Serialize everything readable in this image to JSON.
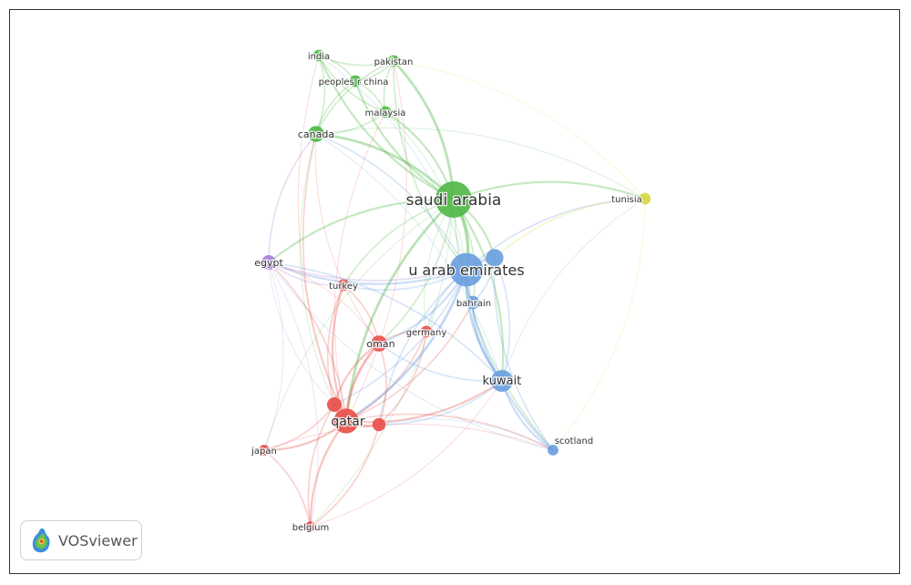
{
  "title": "",
  "brand": {
    "name": "VOSviewer"
  },
  "clusters": {
    "red": "#e8504a",
    "green": "#52b848",
    "blue": "#6a9fe0",
    "yellow": "#d8d84a",
    "purple": "#a97dd8"
  },
  "nodes": [
    {
      "id": "saudi_arabia",
      "label": "saudi arabia",
      "cluster": "green",
      "weight": 10
    },
    {
      "id": "u_arab_emirates",
      "label": "u arab emirates",
      "cluster": "blue",
      "weight": 9
    },
    {
      "id": "qatar",
      "label": "qatar",
      "cluster": "red",
      "weight": 6
    },
    {
      "id": "kuwait",
      "label": "kuwait",
      "cluster": "blue",
      "weight": 5
    },
    {
      "id": "canada",
      "label": "canada",
      "cluster": "green",
      "weight": 3
    },
    {
      "id": "oman",
      "label": "oman",
      "cluster": "red",
      "weight": 3
    },
    {
      "id": "egypt",
      "label": "egypt",
      "cluster": "purple",
      "weight": 2.5
    },
    {
      "id": "india",
      "label": "india",
      "cluster": "green",
      "weight": 1.5
    },
    {
      "id": "pakistan",
      "label": "pakistan",
      "cluster": "green",
      "weight": 1.5
    },
    {
      "id": "peoples_r_china",
      "label": "peoples r china",
      "cluster": "green",
      "weight": 1.5
    },
    {
      "id": "malaysia",
      "label": "malaysia",
      "cluster": "green",
      "weight": 1.5
    },
    {
      "id": "tunisia",
      "label": "tunisia",
      "cluster": "yellow",
      "weight": 1.5
    },
    {
      "id": "turkey",
      "label": "turkey",
      "cluster": "red",
      "weight": 1.5
    },
    {
      "id": "bahrain",
      "label": "bahrain",
      "cluster": "blue",
      "weight": 2
    },
    {
      "id": "germany",
      "label": "germany",
      "cluster": "red",
      "weight": 1.5
    },
    {
      "id": "japan",
      "label": "japan",
      "cluster": "red",
      "weight": 1.2
    },
    {
      "id": "belgium",
      "label": "belgium",
      "cluster": "red",
      "weight": 1.2
    },
    {
      "id": "scotland",
      "label": "scotland",
      "cluster": "blue",
      "weight": 1.2
    },
    {
      "id": "unlabeled_blue_1",
      "label": "",
      "cluster": "blue",
      "weight": 3.5
    },
    {
      "id": "unlabeled_red_1",
      "label": "",
      "cluster": "red",
      "weight": 2.5
    },
    {
      "id": "unlabeled_red_2",
      "label": "",
      "cluster": "red",
      "weight": 2
    }
  ],
  "links": [
    [
      "saudi_arabia",
      "u_arab_emirates",
      5
    ],
    [
      "saudi_arabia",
      "qatar",
      4
    ],
    [
      "saudi_arabia",
      "kuwait",
      3
    ],
    [
      "saudi_arabia",
      "canada",
      4
    ],
    [
      "saudi_arabia",
      "india",
      3
    ],
    [
      "saudi_arabia",
      "pakistan",
      4
    ],
    [
      "saudi_arabia",
      "peoples_r_china",
      3
    ],
    [
      "saudi_arabia",
      "malaysia",
      3
    ],
    [
      "saudi_arabia",
      "tunisia",
      3
    ],
    [
      "saudi_arabia",
      "egypt",
      3
    ],
    [
      "saudi_arabia",
      "oman",
      2
    ],
    [
      "saudi_arabia",
      "turkey",
      2
    ],
    [
      "saudi_arabia",
      "bahrain",
      2
    ],
    [
      "saudi_arabia",
      "scotland",
      2
    ],
    [
      "saudi_arabia",
      "unlabeled_blue_1",
      3
    ],
    [
      "saudi_arabia",
      "japan",
      1
    ],
    [
      "saudi_arabia",
      "belgium",
      1
    ],
    [
      "saudi_arabia",
      "germany",
      1
    ],
    [
      "u_arab_emirates",
      "qatar",
      4
    ],
    [
      "u_arab_emirates",
      "kuwait",
      4
    ],
    [
      "u_arab_emirates",
      "oman",
      3
    ],
    [
      "u_arab_emirates",
      "bahrain",
      3
    ],
    [
      "u_arab_emirates",
      "egypt",
      3
    ],
    [
      "u_arab_emirates",
      "canada",
      2
    ],
    [
      "u_arab_emirates",
      "tunisia",
      2
    ],
    [
      "u_arab_emirates",
      "scotland",
      3
    ],
    [
      "u_arab_emirates",
      "turkey",
      2
    ],
    [
      "u_arab_emirates",
      "germany",
      2
    ],
    [
      "u_arab_emirates",
      "unlabeled_blue_1",
      3
    ],
    [
      "u_arab_emirates",
      "india",
      1
    ],
    [
      "u_arab_emirates",
      "unlabeled_red_1",
      2
    ],
    [
      "u_arab_emirates",
      "unlabeled_red_2",
      2
    ],
    [
      "qatar",
      "oman",
      4
    ],
    [
      "qatar",
      "kuwait",
      3
    ],
    [
      "qatar",
      "japan",
      3
    ],
    [
      "qatar",
      "belgium",
      3
    ],
    [
      "qatar",
      "turkey",
      3
    ],
    [
      "qatar",
      "egypt",
      2
    ],
    [
      "qatar",
      "canada",
      2
    ],
    [
      "qatar",
      "germany",
      2
    ],
    [
      "qatar",
      "unlabeled_red_1",
      4
    ],
    [
      "qatar",
      "unlabeled_red_2",
      4
    ],
    [
      "qatar",
      "scotland",
      2
    ],
    [
      "qatar",
      "bahrain",
      2
    ],
    [
      "qatar",
      "malaysia",
      1
    ],
    [
      "qatar",
      "pakistan",
      1
    ],
    [
      "qatar",
      "india",
      1
    ],
    [
      "kuwait",
      "scotland",
      3
    ],
    [
      "kuwait",
      "bahrain",
      3
    ],
    [
      "kuwait",
      "unlabeled_blue_1",
      2
    ],
    [
      "kuwait",
      "oman",
      2
    ],
    [
      "kuwait",
      "egypt",
      2
    ],
    [
      "kuwait",
      "tunisia",
      1
    ],
    [
      "kuwait",
      "canada",
      1
    ],
    [
      "kuwait",
      "unlabeled_red_2",
      2
    ],
    [
      "oman",
      "turkey",
      2
    ],
    [
      "oman",
      "germany",
      2
    ],
    [
      "oman",
      "unlabeled_red_1",
      3
    ],
    [
      "oman",
      "unlabeled_red_2",
      2
    ],
    [
      "oman",
      "egypt",
      1
    ],
    [
      "oman",
      "canada",
      1
    ],
    [
      "egypt",
      "turkey",
      2
    ],
    [
      "egypt",
      "canada",
      2
    ],
    [
      "egypt",
      "unlabeled_blue_1",
      2
    ],
    [
      "egypt",
      "japan",
      1
    ],
    [
      "egypt",
      "unlabeled_red_1",
      1
    ],
    [
      "egypt",
      "belgium",
      1
    ],
    [
      "canada",
      "india",
      2
    ],
    [
      "canada",
      "pakistan",
      2
    ],
    [
      "canada",
      "malaysia",
      2
    ],
    [
      "canada",
      "peoples_r_china",
      2
    ],
    [
      "canada",
      "unlabeled_red_1",
      1
    ],
    [
      "canada",
      "tunisia",
      1
    ],
    [
      "india",
      "pakistan",
      2
    ],
    [
      "india",
      "peoples_r_china",
      2
    ],
    [
      "india",
      "malaysia",
      2
    ],
    [
      "pakistan",
      "peoples_r_china",
      2
    ],
    [
      "pakistan",
      "malaysia",
      2
    ],
    [
      "peoples_r_china",
      "malaysia",
      2
    ],
    [
      "pakistan",
      "u_arab_emirates",
      2
    ],
    [
      "malaysia",
      "u_arab_emirates",
      1
    ],
    [
      "tunisia",
      "unlabeled_blue_1",
      2
    ],
    [
      "tunisia",
      "scotland",
      1
    ],
    [
      "tunisia",
      "pakistan",
      1
    ],
    [
      "japan",
      "belgium",
      2
    ],
    [
      "japan",
      "unlabeled_red_1",
      2
    ],
    [
      "japan",
      "scotland",
      1
    ],
    [
      "belgium",
      "unlabeled_red_2",
      2
    ],
    [
      "belgium",
      "unlabeled_red_1",
      2
    ],
    [
      "belgium",
      "kuwait",
      1
    ],
    [
      "scotland",
      "unlabeled_blue_1",
      2
    ],
    [
      "scotland",
      "unlabeled_red_2",
      1
    ],
    [
      "scotland",
      "egypt",
      1
    ],
    [
      "turkey",
      "unlabeled_red_1",
      2
    ],
    [
      "germany",
      "unlabeled_red_2",
      2
    ],
    [
      "bahrain",
      "unlabeled_blue_1",
      2
    ]
  ]
}
